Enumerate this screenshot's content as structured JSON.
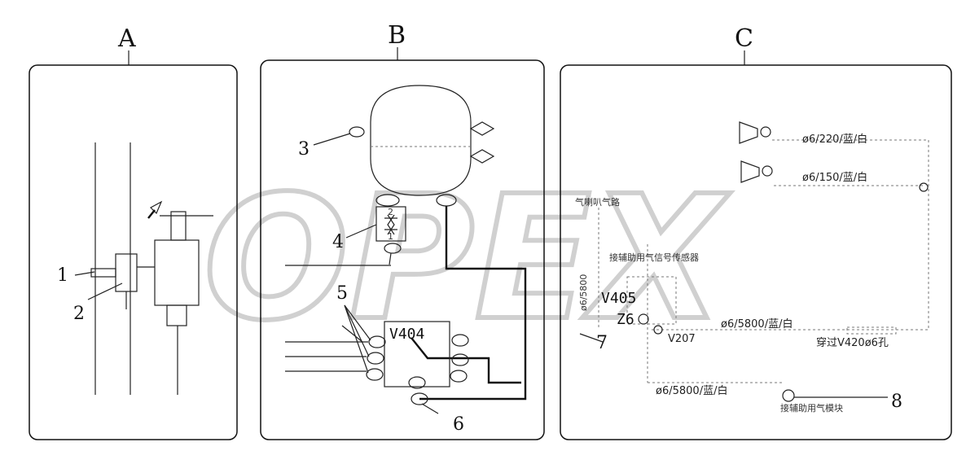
{
  "panels": {
    "a": {
      "label": "A"
    },
    "b": {
      "label": "B"
    },
    "c": {
      "label": "C"
    }
  },
  "callouts": {
    "n1": "1",
    "n2": "2",
    "n3": "3",
    "n4": "4",
    "n5": "5",
    "n6": "6",
    "n7": "7",
    "n8": "8"
  },
  "components": {
    "valve_top": "2",
    "valve_bottom": "1",
    "v404": "V404",
    "v405": "V405",
    "v207": "V207",
    "z": "Z6"
  },
  "pipe_labels": {
    "pipe_220": "ø6/220/蓝/白",
    "pipe_150": "ø6/150/蓝/白",
    "pipe_5800_upper": "ø6/5800/蓝/白",
    "pipe_5800_lower": "ø6/5800/蓝/白",
    "through_v420": "穿过V420ø6孔",
    "horn_air": "气喇叭气路",
    "aux_sensor": "接辅助用气信号传感器",
    "aux_module": "接辅助用气模块",
    "vertical_1": "ø6/5800"
  },
  "watermark": "OPEX",
  "colors": {
    "ink": "#111111",
    "watermark": "#d0d0d0"
  }
}
